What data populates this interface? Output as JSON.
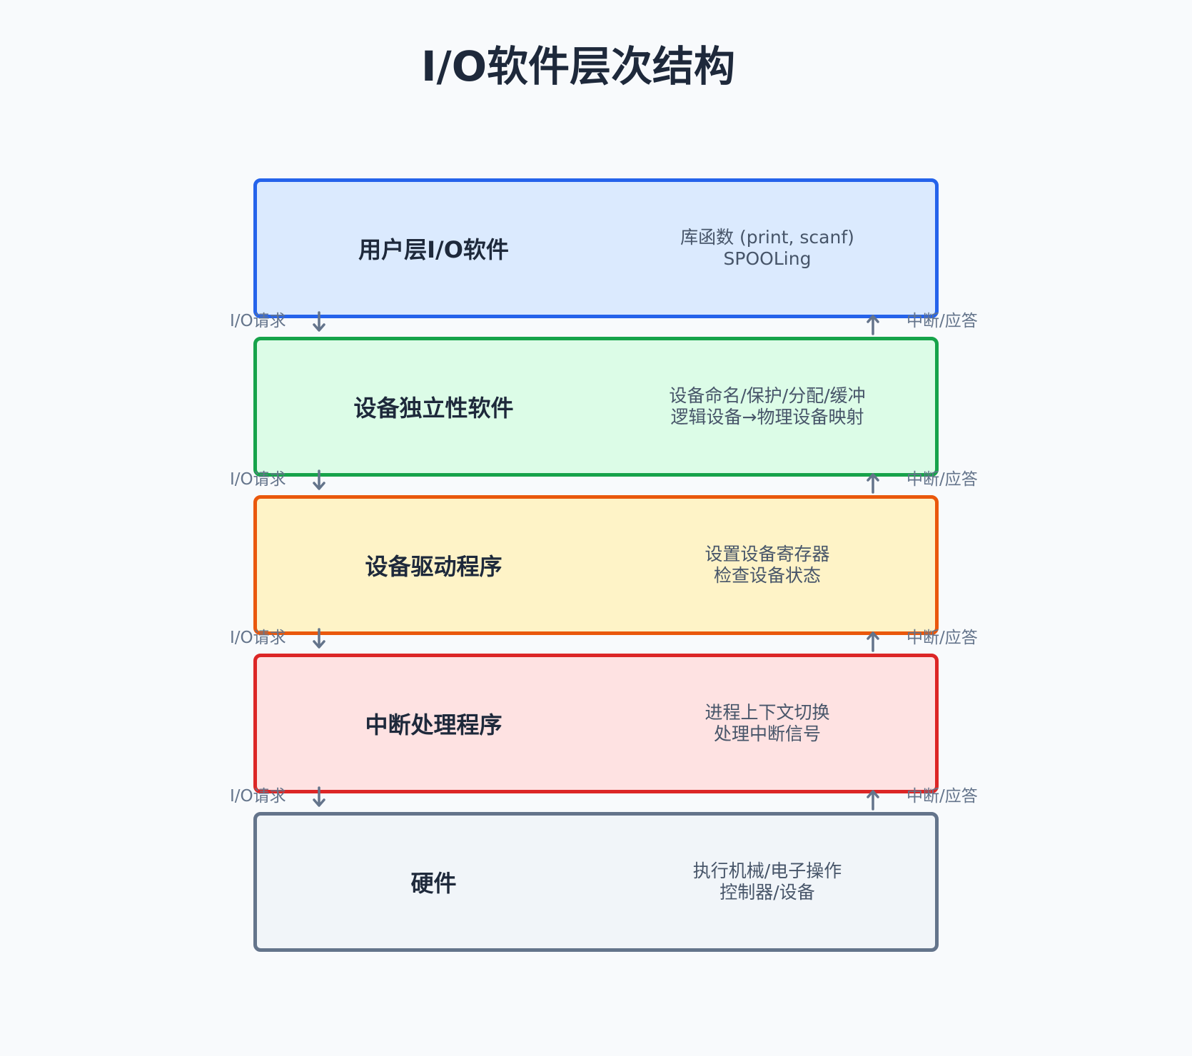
{
  "title": "I/O软件层次结构",
  "layers": [
    {
      "name": "用户层I/O软件",
      "desc": [
        "库函数 (print, scanf)",
        "SPOOLing"
      ],
      "border": "#2563eb",
      "fill": "#dbeafe"
    },
    {
      "name": "设备独立性软件",
      "desc": [
        "设备命名/保护/分配/缓冲",
        "逻辑设备→物理设备映射"
      ],
      "border": "#16a34a",
      "fill": "#dcfce7"
    },
    {
      "name": "设备驱动程序",
      "desc": [
        "设置设备寄存器",
        "检查设备状态"
      ],
      "border": "#ea580c",
      "fill": "#fef3c7"
    },
    {
      "name": "中断处理程序",
      "desc": [
        "进程上下文切换",
        "处理中断信号"
      ],
      "border": "#dc2626",
      "fill": "#fee2e2"
    },
    {
      "name": "硬件",
      "desc": [
        "执行机械/电子操作",
        "控制器/设备"
      ],
      "border": "#64748b",
      "fill": "#f1f5f9"
    }
  ],
  "connections": {
    "down_label": "I/O请求",
    "up_label": "中断/应答",
    "arrow_color": "#64748b"
  }
}
